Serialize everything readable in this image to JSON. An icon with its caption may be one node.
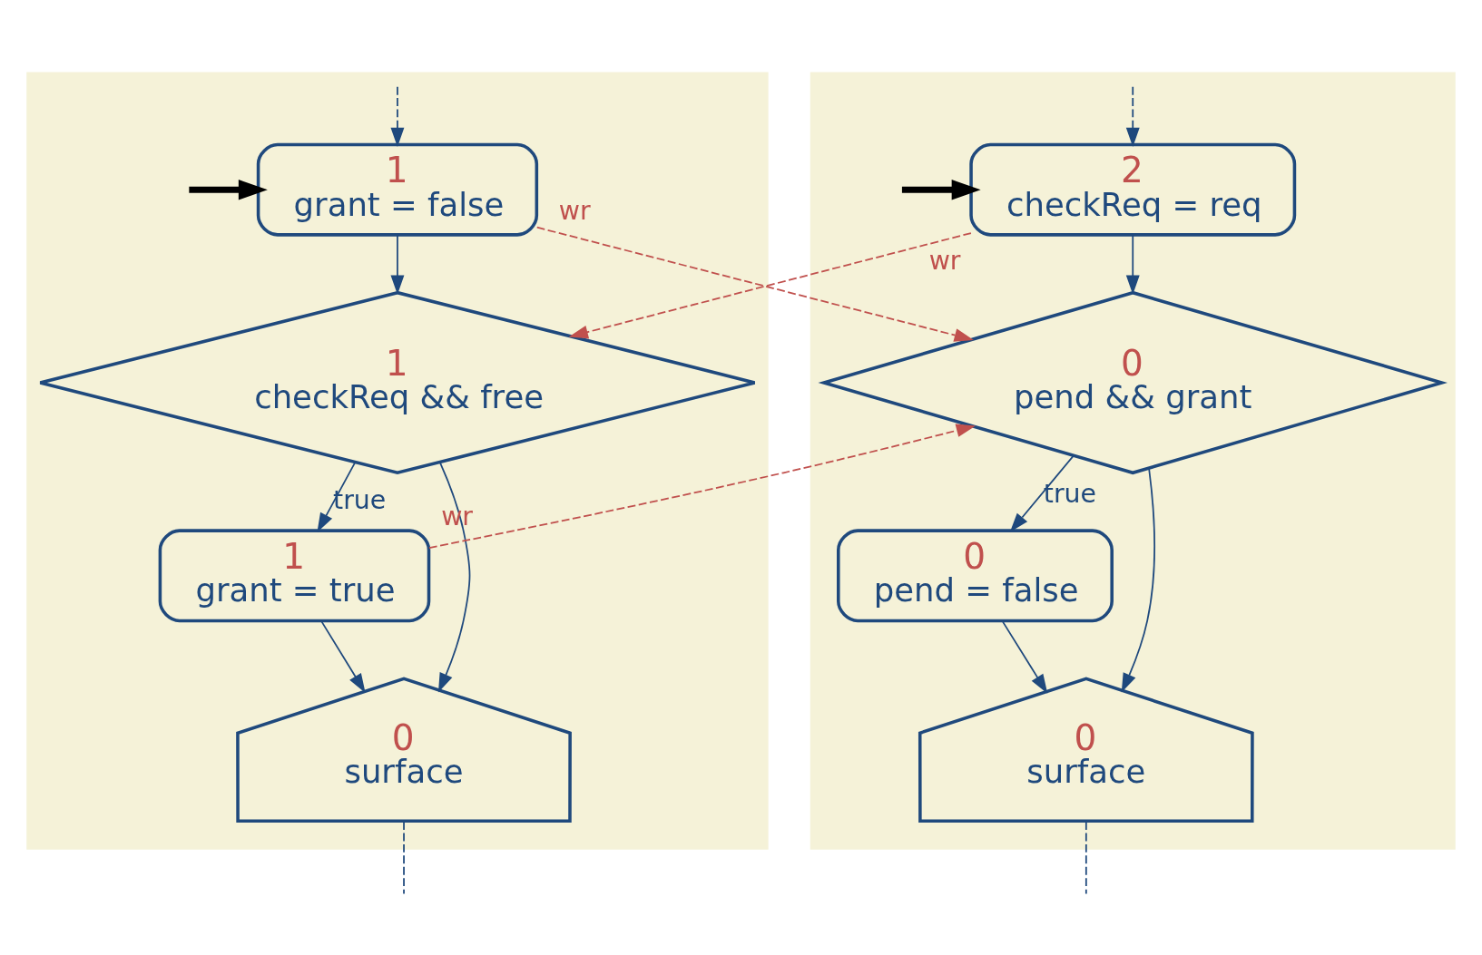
{
  "diagram": {
    "nodes": [
      {
        "text": [],
        "shape": "box"
      },
      {
        "text": [],
        "shape": "box"
      },
      {
        "text": [
          "2",
          "checkReq = req"
        ],
        "in": 0
      },
      {
        "text": [
          "0",
          "pend && grant"
        ],
        "in": 0
      },
      {
        "text": [
          "0",
          "pend = false"
        ],
        "in": 0
      },
      {
        "text": [
          "0",
          "surface"
        ],
        "in": 0
      },
      {
        "text": [
          "1",
          "grant = false"
        ],
        "in": 1
      },
      {
        "text": [
          "1",
          "checkReq && free"
        ],
        "in": 1
      },
      {
        "text": [
          "1",
          "grant = true"
        ],
        "in": 1
      },
      {
        "text": [
          "0",
          "surface"
        ],
        "in": 1
      }
    ],
    "edges": [
      {
        "from": null,
        "to": 2,
        "arrow": "to",
        "style": "thick",
        "color": "#000000"
      },
      {
        "from": null,
        "to": 2,
        "arrow": "to",
        "style": "dashed"
      },
      {
        "from": 2,
        "to": 3,
        "arrow": "to"
      },
      {
        "from": 3,
        "to": 4,
        "arrow": "to",
        "label": "true"
      },
      {
        "from": 4,
        "to": 5,
        "arrow": "to"
      },
      {
        "from": 3,
        "to": 5,
        "arrow": "to"
      },
      {
        "from": 5,
        "to": null,
        "arrow": "none",
        "style": "dashed"
      },
      {
        "from": null,
        "to": 6,
        "arrow": "to",
        "style": "thick",
        "color": "#000000"
      },
      {
        "from": null,
        "to": 6,
        "arrow": "to",
        "style": "dashed"
      },
      {
        "from": 6,
        "to": 7,
        "arrow": "to"
      },
      {
        "from": 7,
        "to": 8,
        "arrow": "to",
        "label": "true"
      },
      {
        "from": 8,
        "to": 9,
        "arrow": "to"
      },
      {
        "from": 7,
        "to": 9,
        "arrow": "to"
      },
      {
        "from": 9,
        "to": null,
        "arrow": "none",
        "style": "dashed"
      },
      {
        "from": 2,
        "to": 7,
        "arrow": "to",
        "style": "dashed",
        "color": "#c0504d",
        "label": "wr"
      },
      {
        "from": 6,
        "to": 3,
        "arrow": "to",
        "style": "dashed",
        "color": "#c0504d",
        "label": "wr"
      },
      {
        "from": 8,
        "to": 3,
        "arrow": "to",
        "style": "dashed",
        "color": "#c0504d",
        "label": "wr"
      }
    ]
  }
}
